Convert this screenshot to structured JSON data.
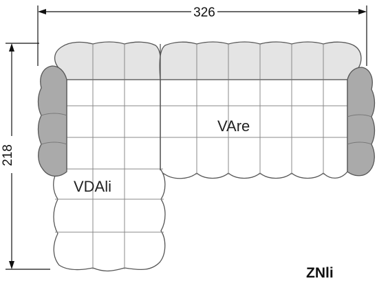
{
  "dimensions": {
    "width_label": "326",
    "depth_label": "218"
  },
  "modules": {
    "main_label": "VAre",
    "chaise_label": "VDAli"
  },
  "model_code": "ZNli",
  "colors": {
    "seat_fill": "#ffffff",
    "backrest_fill": "#e4e4e4",
    "armrest_fill": "#aaaaaa",
    "outline": "#555555",
    "seam": "#888888",
    "dimension_line": "#111111"
  }
}
